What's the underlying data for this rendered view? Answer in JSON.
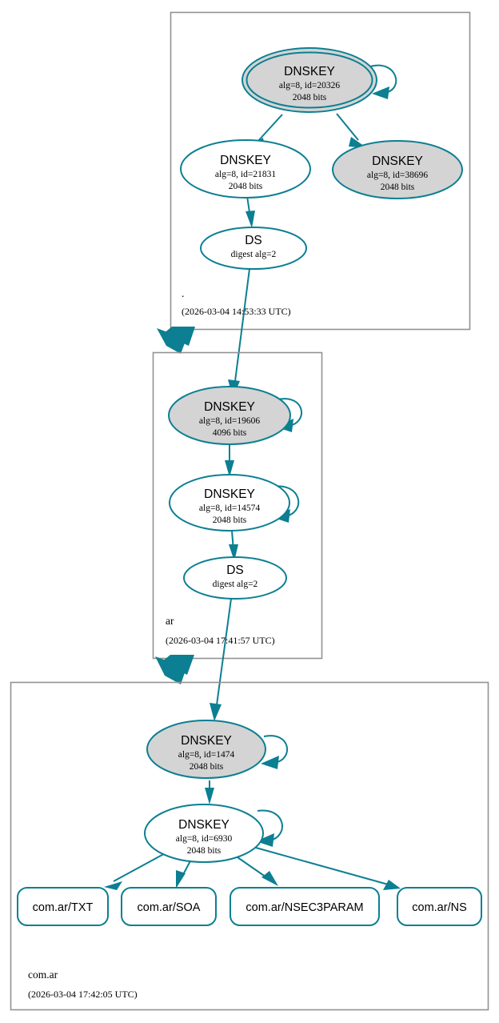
{
  "diagram": {
    "type": "dnssec-authentication-chain",
    "colors": {
      "edge": "#0c7f92",
      "node_stroke": "#0c7f92",
      "zone_border": "#929292",
      "fill_secure": "#d4d4d4",
      "fill_plain": "#ffffff",
      "text": "#000000"
    }
  },
  "zones": [
    {
      "id": "root",
      "name": ".",
      "timestamp": "(2026-03-04 14:53:33 UTC)",
      "nodes": [
        {
          "id": "root-ksk-20326",
          "type": "DNSKEY",
          "title": "DNSKEY",
          "line2": "alg=8, id=20326",
          "line3": "2048 bits",
          "alg": 8,
          "key_id": 20326,
          "bits": 2048,
          "fill": "gray",
          "double_ellipse": true,
          "self_loop": true
        },
        {
          "id": "root-zsk-21831",
          "type": "DNSKEY",
          "title": "DNSKEY",
          "line2": "alg=8, id=21831",
          "line3": "2048 bits",
          "alg": 8,
          "key_id": 21831,
          "bits": 2048,
          "fill": "white",
          "double_ellipse": false,
          "self_loop": false
        },
        {
          "id": "root-key-38696",
          "type": "DNSKEY",
          "title": "DNSKEY",
          "line2": "alg=8, id=38696",
          "line3": "2048 bits",
          "alg": 8,
          "key_id": 38696,
          "bits": 2048,
          "fill": "gray",
          "double_ellipse": false,
          "self_loop": false
        },
        {
          "id": "root-ds",
          "type": "DS",
          "title": "DS",
          "line2": "digest alg=2",
          "line3": "",
          "fill": "white",
          "double_ellipse": false,
          "self_loop": false
        }
      ]
    },
    {
      "id": "ar",
      "name": "ar",
      "timestamp": "(2026-03-04 17:41:57 UTC)",
      "nodes": [
        {
          "id": "ar-ksk-19606",
          "type": "DNSKEY",
          "title": "DNSKEY",
          "line2": "alg=8, id=19606",
          "line3": "4096 bits",
          "alg": 8,
          "key_id": 19606,
          "bits": 4096,
          "fill": "gray",
          "double_ellipse": false,
          "self_loop": true
        },
        {
          "id": "ar-zsk-14574",
          "type": "DNSKEY",
          "title": "DNSKEY",
          "line2": "alg=8, id=14574",
          "line3": "2048 bits",
          "alg": 8,
          "key_id": 14574,
          "bits": 2048,
          "fill": "white",
          "double_ellipse": false,
          "self_loop": true
        },
        {
          "id": "ar-ds",
          "type": "DS",
          "title": "DS",
          "line2": "digest alg=2",
          "line3": "",
          "fill": "white",
          "double_ellipse": false,
          "self_loop": false
        }
      ]
    },
    {
      "id": "comar",
      "name": "com.ar",
      "timestamp": "(2026-03-04 17:42:05 UTC)",
      "nodes": [
        {
          "id": "comar-ksk-1474",
          "type": "DNSKEY",
          "title": "DNSKEY",
          "line2": "alg=8, id=1474",
          "line3": "2048 bits",
          "alg": 8,
          "key_id": 1474,
          "bits": 2048,
          "fill": "gray",
          "double_ellipse": false,
          "self_loop": true
        },
        {
          "id": "comar-zsk-6930",
          "type": "DNSKEY",
          "title": "DNSKEY",
          "line2": "alg=8, id=6930",
          "line3": "2048 bits",
          "alg": 8,
          "key_id": 6930,
          "bits": 2048,
          "fill": "white",
          "double_ellipse": false,
          "self_loop": true
        }
      ],
      "rrsets": [
        {
          "id": "rr-txt",
          "label": "com.ar/TXT"
        },
        {
          "id": "rr-soa",
          "label": "com.ar/SOA"
        },
        {
          "id": "rr-nsec3param",
          "label": "com.ar/NSEC3PARAM"
        },
        {
          "id": "rr-ns",
          "label": "com.ar/NS"
        }
      ]
    }
  ]
}
